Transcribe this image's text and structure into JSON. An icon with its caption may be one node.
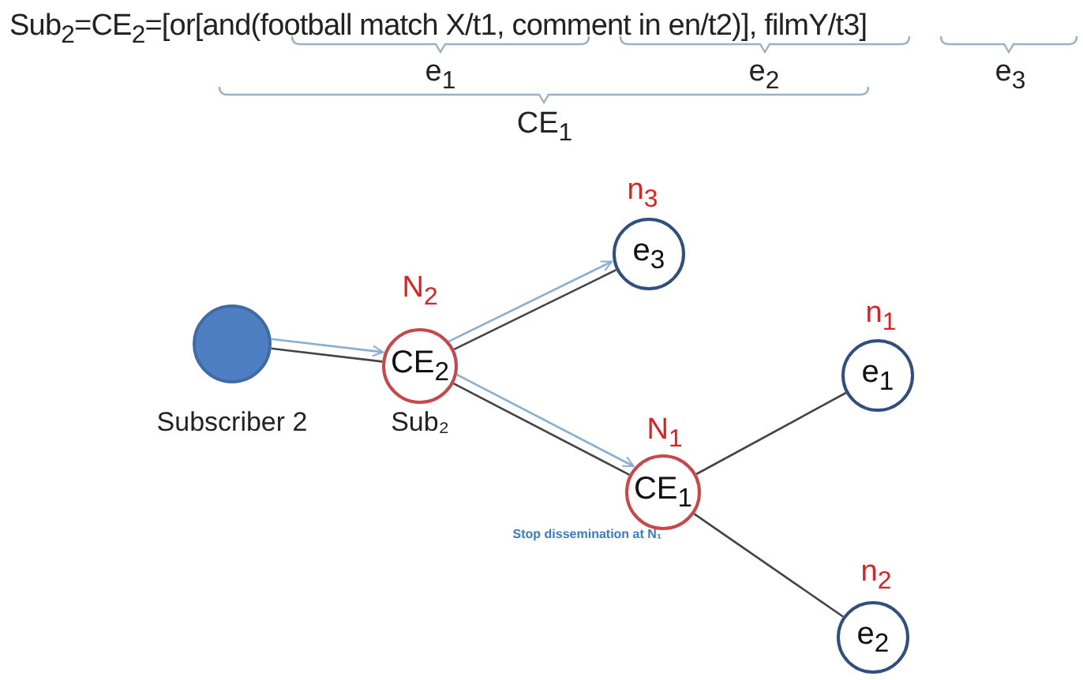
{
  "diagram": {
    "nodes": [
      {
        "text": [],
        "shape": "circle",
        "beside": [
          "Subscriber 2"
        ]
      },
      {
        "text": [
          "CE$_{2}$"
        ],
        "beside": [
          "N$_{2}$",
          "Sub₂"
        ]
      },
      {
        "text": [
          "e$_{3}$"
        ],
        "beside": [
          "n$_{3}$"
        ]
      },
      {
        "text": [
          "e$_{1}$"
        ],
        "beside": [
          "n$_{1}$"
        ]
      },
      {
        "text": [
          "CE$_{1}$"
        ],
        "beside": [
          "N$_{1}$",
          "Stop dissemination at N₁"
        ]
      },
      {
        "text": [
          "e$_{2}$"
        ],
        "beside": [
          "n$_{2}$"
        ]
      }
    ],
    "edges": [
      {
        "from": 0,
        "to": 1,
        "arrow": "none"
      },
      {
        "from": 0,
        "to": 1,
        "arrow": "to",
        "color": "#8aaed0"
      },
      {
        "from": 1,
        "to": 2,
        "arrow": "none"
      },
      {
        "from": 1,
        "to": 2,
        "arrow": "to",
        "color": "#8aaed0"
      },
      {
        "from": 1,
        "to": 4,
        "arrow": "none"
      },
      {
        "from": 1,
        "to": 4,
        "arrow": "to",
        "color": "#8aaed0"
      },
      {
        "from": 3,
        "to": 4,
        "arrow": "none"
      },
      {
        "from": 4,
        "to": 5,
        "arrow": "none"
      }
    ],
    "labels": [
      "Sub$_{2}$=CE$_{2}$=[or[and(football match X/t1, comment in en/t2)], filmY/t3]",
      "e$_{1}$",
      "e$_{2}$",
      "e$_{3}$",
      "CE$_{1}$"
    ]
  }
}
